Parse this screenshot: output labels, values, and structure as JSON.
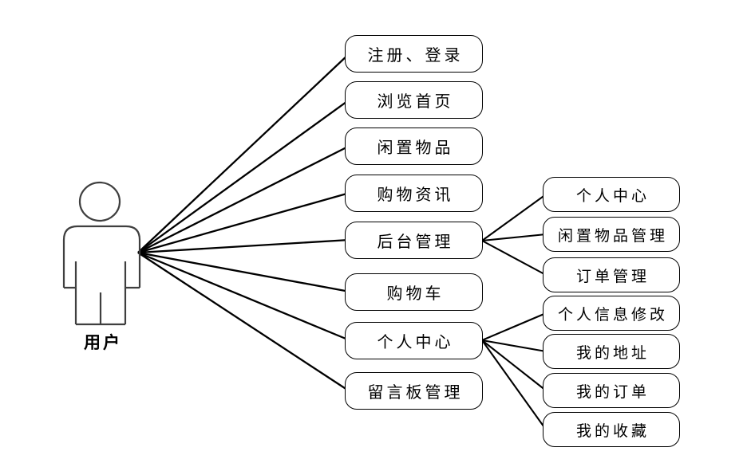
{
  "diagram": {
    "actor": {
      "label": "用户"
    },
    "usecases": [
      {
        "label": "注册、登录"
      },
      {
        "label": "浏览首页"
      },
      {
        "label": "闲置物品"
      },
      {
        "label": "购物资讯"
      },
      {
        "label": "后台管理"
      },
      {
        "label": "购物车"
      },
      {
        "label": "个人中心"
      },
      {
        "label": "留言板管理"
      }
    ],
    "admin_subcases": [
      {
        "label": "个人中心"
      },
      {
        "label": "闲置物品管理"
      },
      {
        "label": "订单管理"
      }
    ],
    "personal_subcases": [
      {
        "label": "个人信息修改"
      },
      {
        "label": "我的地址"
      },
      {
        "label": "我的订单"
      },
      {
        "label": "我的收藏"
      }
    ],
    "colors": {
      "background": "#ffffff",
      "line": "#000000",
      "box_border": "#000000",
      "box_fill": "#ffffff",
      "actor_stroke": "#3f3f3f",
      "text": "#000000"
    }
  }
}
